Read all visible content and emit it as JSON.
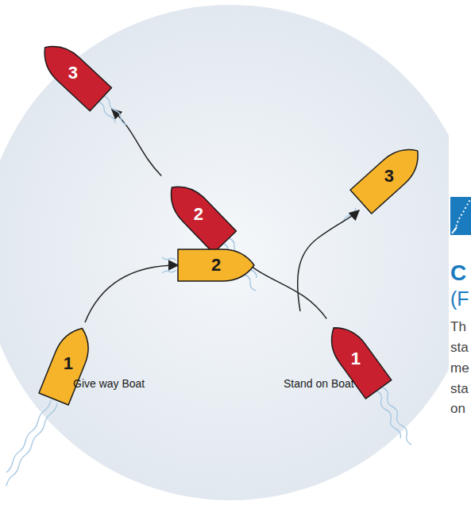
{
  "diagram": {
    "nodes": [
      {
        "text": [
          "3"
        ]
      },
      {
        "text": [
          "3"
        ]
      },
      {
        "text": [
          "2"
        ]
      },
      {
        "text": [
          "2"
        ]
      },
      {
        "text": [
          "1"
        ]
      },
      {
        "text": [
          "1"
        ]
      }
    ],
    "edges": [
      {
        "from": 4,
        "to": 2,
        "arrow": "to"
      },
      {
        "from": 2,
        "to": 0,
        "arrow": "to"
      },
      {
        "from": 5,
        "to": 3,
        "arrow": "to"
      }
    ],
    "labels": [
      "Give way Boat",
      "Stand on Boat",
      "C",
      "(F",
      "Th",
      "sta",
      "me",
      "sta",
      "on"
    ]
  }
}
